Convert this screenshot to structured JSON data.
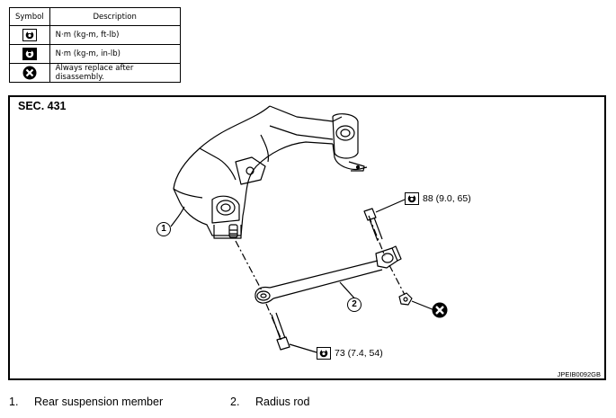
{
  "legend": {
    "header_symbol": "Symbol",
    "header_description": "Description",
    "rows": [
      {
        "icon": "torque-wrench-icon",
        "description": "N·m (kg-m, ft-lb)"
      },
      {
        "icon": "torque-wrench-inlb-icon",
        "description": "N·m (kg-m, in-lb)"
      },
      {
        "icon": "replace-x-icon",
        "description": "Always replace after disassembly."
      }
    ]
  },
  "diagram": {
    "section_label": "SEC. 431",
    "drawing_code": "JPEIB0092GB",
    "torque_upper": "88 (9.0, 65)",
    "torque_lower": "73 (7.4, 54)",
    "callout_1": "1",
    "callout_2": "2"
  },
  "parts": [
    {
      "number": "1.",
      "name": "Rear suspension member"
    },
    {
      "number": "2.",
      "name": "Radius rod"
    }
  ]
}
